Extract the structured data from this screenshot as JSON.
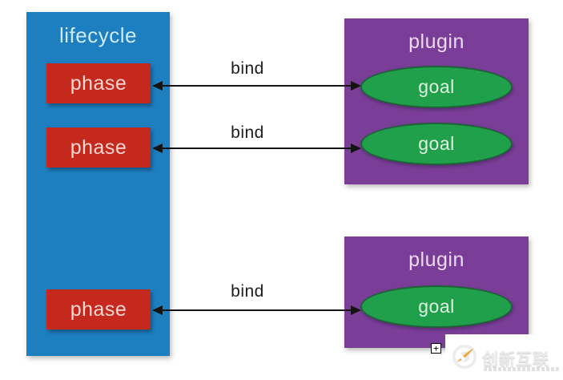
{
  "diagram": {
    "lifecycle": {
      "title": "lifecycle",
      "phases": [
        {
          "label": "phase"
        },
        {
          "label": "phase"
        },
        {
          "label": "phase"
        }
      ]
    },
    "plugins": [
      {
        "title": "plugin",
        "goals": [
          {
            "label": "goal"
          },
          {
            "label": "goal"
          }
        ]
      },
      {
        "title": "plugin",
        "goals": [
          {
            "label": "goal"
          }
        ]
      }
    ],
    "bindings": [
      {
        "label": "bind"
      },
      {
        "label": "bind"
      },
      {
        "label": "bind"
      }
    ]
  },
  "watermark": {
    "brand": "创新互联"
  },
  "artifacts": {
    "expand_icon_label": "+"
  },
  "colors": {
    "lifecycle_bg": "#1e7fc0",
    "phase_bg": "#c5281d",
    "plugin_bg": "#7a3e99",
    "goal_bg": "#21a04b",
    "arrow": "#141414",
    "brand_orange": "#f0a63c",
    "background": "#ffffff"
  }
}
